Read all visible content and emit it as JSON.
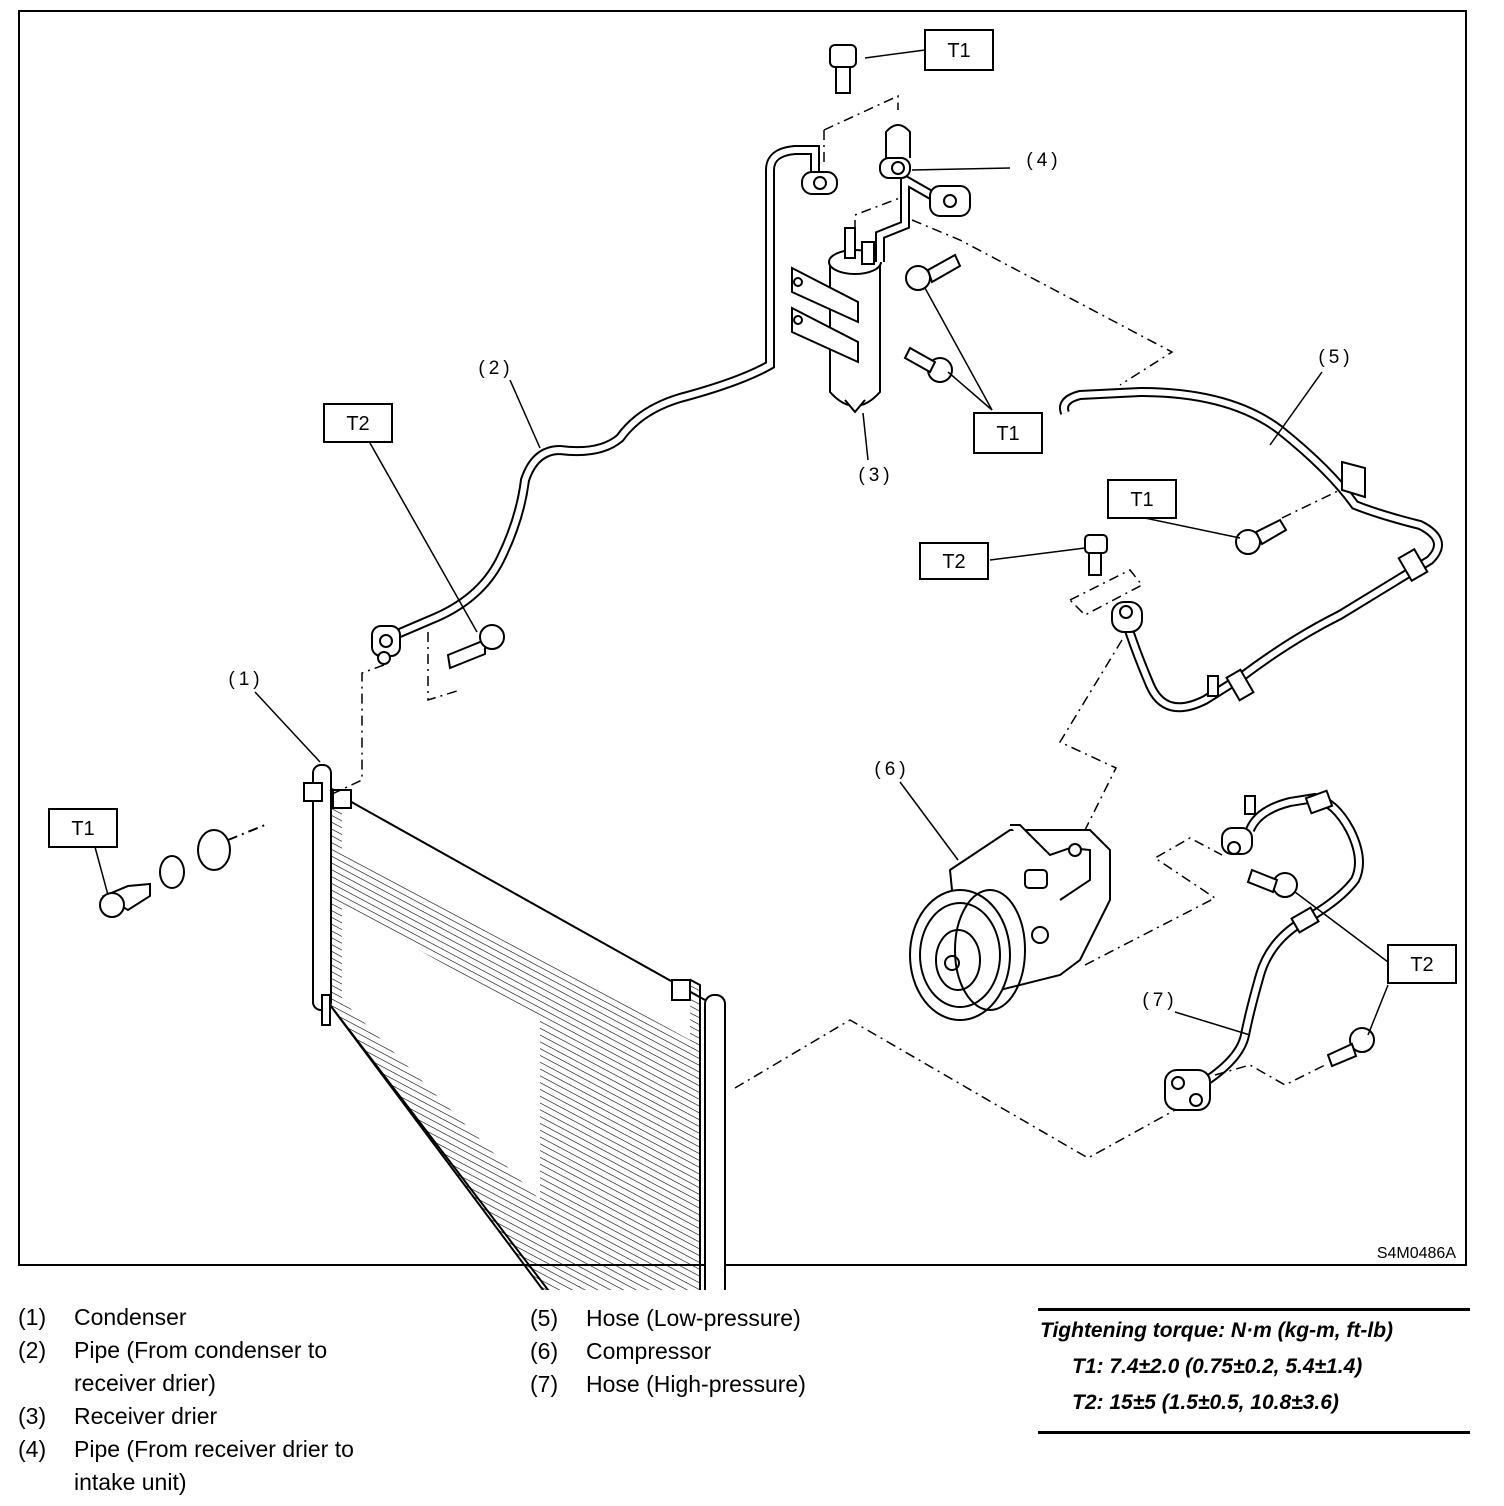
{
  "diagram": {
    "code": "S4M0486A",
    "callouts": [
      "(1)",
      "(2)",
      "(3)",
      "(4)",
      "(5)",
      "(6)",
      "(7)"
    ],
    "torque_tags": {
      "t1": "T1",
      "t2": "T2"
    }
  },
  "legend": {
    "left": [
      {
        "num": "(1)",
        "text": "Condenser"
      },
      {
        "num": "(2)",
        "text": "Pipe (From condenser to receiver drier)"
      },
      {
        "num": "(3)",
        "text": "Receiver drier"
      },
      {
        "num": "(4)",
        "text": "Pipe (From receiver drier to intake unit)"
      }
    ],
    "middle": [
      {
        "num": "(5)",
        "text": "Hose (Low-pressure)"
      },
      {
        "num": "(6)",
        "text": "Compressor"
      },
      {
        "num": "(7)",
        "text": "Hose (High-pressure)"
      }
    ]
  },
  "torque": {
    "title": "Tightening torque: N·m (kg-m, ft-lb)",
    "t1": "T1: 7.4±2.0 (0.75±0.2, 5.4±1.4)",
    "t2": "T2: 15±5 (1.5±0.5, 10.8±3.6)"
  }
}
